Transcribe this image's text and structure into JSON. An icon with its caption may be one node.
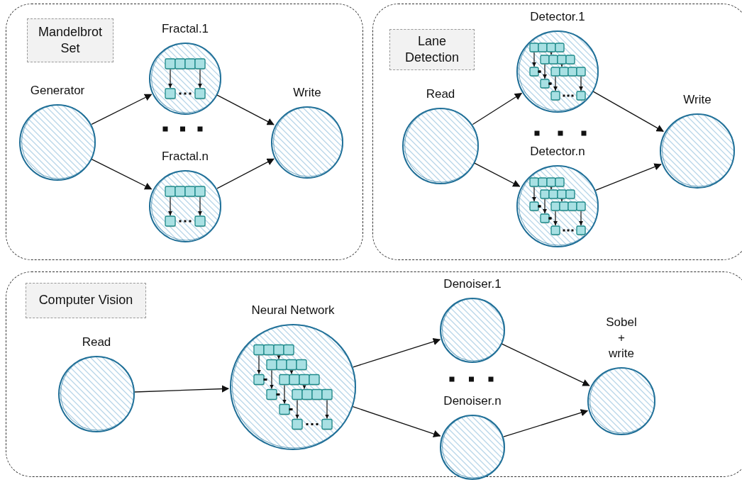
{
  "diagram": {
    "nodes": [
      {
        "text": [
          "Mandelbrot Set"
        ]
      },
      {
        "text": [
          "Generator"
        ],
        "in": 0
      },
      {
        "text": [
          "Fractal.1"
        ],
        "in": 0
      },
      {
        "text": [
          "Fractal.n"
        ],
        "in": 0
      },
      {
        "text": [
          "Write"
        ],
        "in": 0
      },
      {
        "text": [
          "Lane Detection"
        ]
      },
      {
        "text": [
          "Read"
        ],
        "in": 5
      },
      {
        "text": [
          "Detector.1"
        ],
        "in": 5
      },
      {
        "text": [
          "Detector.n"
        ],
        "in": 5
      },
      {
        "text": [
          "Write"
        ],
        "in": 5
      },
      {
        "text": [
          "Computer Vision"
        ]
      },
      {
        "text": [
          "Read"
        ],
        "in": 10
      },
      {
        "text": [
          "Neural Network"
        ],
        "in": 10
      },
      {
        "text": [
          "Denoiser.1"
        ],
        "in": 10
      },
      {
        "text": [
          "Denoiser.n"
        ],
        "in": 10
      },
      {
        "text": [
          "Sobel + write"
        ],
        "in": 10
      }
    ],
    "edges": [
      {
        "from": 1,
        "to": 2,
        "arrow": "to"
      },
      {
        "from": 1,
        "to": 3,
        "arrow": "to"
      },
      {
        "from": 2,
        "to": 4,
        "arrow": "to"
      },
      {
        "from": 3,
        "to": 4,
        "arrow": "to"
      },
      {
        "from": 6,
        "to": 7,
        "arrow": "to"
      },
      {
        "from": 6,
        "to": 8,
        "arrow": "to"
      },
      {
        "from": 7,
        "to": 9,
        "arrow": "to"
      },
      {
        "from": 8,
        "to": 9,
        "arrow": "to"
      },
      {
        "from": 11,
        "to": 12,
        "arrow": "to"
      },
      {
        "from": 12,
        "to": 13,
        "arrow": "to"
      },
      {
        "from": 12,
        "to": 14,
        "arrow": "to"
      },
      {
        "from": 13,
        "to": 15,
        "arrow": "to"
      },
      {
        "from": 14,
        "to": 15,
        "arrow": "to"
      }
    ]
  }
}
